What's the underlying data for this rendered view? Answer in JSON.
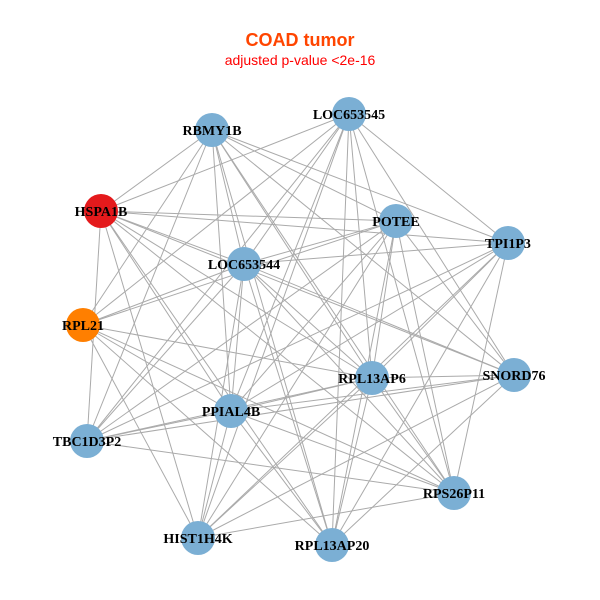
{
  "title": "COAD tumor",
  "subtitle": "adjusted p-value <2e-16",
  "colors": {
    "default": "#7bafd4",
    "red": "#e41a1c",
    "orange": "#ff7f00",
    "edge": "#aaaaaa"
  },
  "nodes": [
    {
      "id": "LOC653545",
      "color": "default"
    },
    {
      "id": "RBMY1B",
      "color": "default"
    },
    {
      "id": "HSPA1B",
      "color": "red"
    },
    {
      "id": "POTEE",
      "color": "default"
    },
    {
      "id": "TPI1P3",
      "color": "default"
    },
    {
      "id": "LOC653544",
      "color": "default"
    },
    {
      "id": "RPL21",
      "color": "orange"
    },
    {
      "id": "RPL13AP6",
      "color": "default"
    },
    {
      "id": "SNORD76",
      "color": "default"
    },
    {
      "id": "PPIAL4B",
      "color": "default"
    },
    {
      "id": "TBC1D3P2",
      "color": "default"
    },
    {
      "id": "RPS26P11",
      "color": "default"
    },
    {
      "id": "HIST1H4K",
      "color": "default"
    },
    {
      "id": "RPL13AP20",
      "color": "default"
    }
  ]
}
